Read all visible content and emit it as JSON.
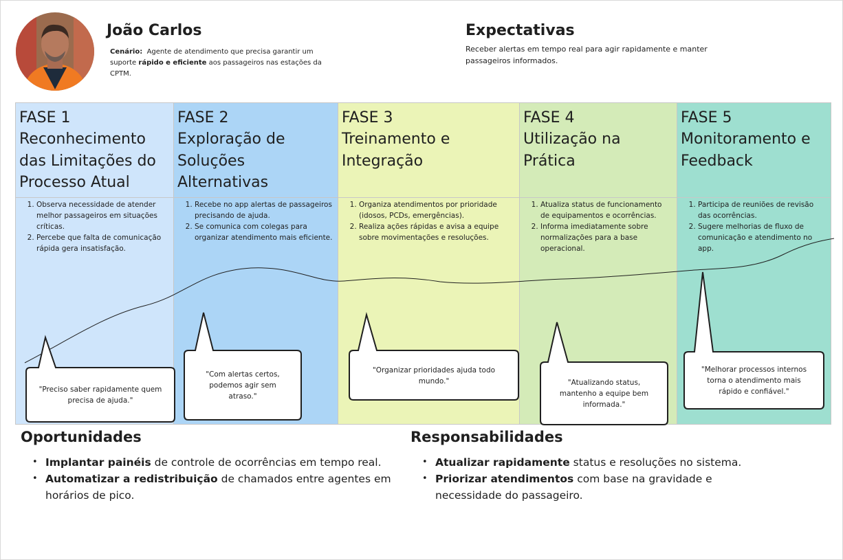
{
  "persona": {
    "name": "João Carlos",
    "scenario_label": "Cenário:",
    "scenario_text_1": "Agente de atendimento que precisa garantir um suporte",
    "scenario_bold": "rápido e eficiente",
    "scenario_text_2": "aos passageiros nas estações da CPTM."
  },
  "expectations": {
    "title": "Expectativas",
    "text": "Receber alertas em tempo real para agir rapidamente e manter passageiros informados."
  },
  "phases": [
    {
      "label": "FASE 1",
      "title": "Reconhecimento das Limitações do Processo Atual",
      "color": "#cfe5fb",
      "steps": [
        "Observa necessidade de atender melhor passageiros em situações críticas.",
        "Percebe que falta de comunicação rápida gera insatisfação."
      ],
      "quote": "\"Preciso saber rapidamente quem precisa de ajuda.\""
    },
    {
      "label": "FASE 2",
      "title": "Exploração de Soluções Alternativas",
      "color": "#acd5f6",
      "steps": [
        "Recebe no app alertas de passageiros precisando de ajuda.",
        "Se comunica com colegas para organizar atendimento mais eficiente."
      ],
      "quote": "\"Com alertas certos, podemos agir sem atraso.\""
    },
    {
      "label": "FASE 3",
      "title": "Treinamento e Integração",
      "color": "#ebf4b7",
      "steps": [
        "Organiza atendimentos por prioridade (idosos, PCDs, emergências).",
        "Realiza ações rápidas e avisa a equipe sobre movimentações e resoluções."
      ],
      "quote": "\"Organizar prioridades ajuda todo mundo.\""
    },
    {
      "label": "FASE 4",
      "title": "Utilização na Prática",
      "color": "#d4ebb8",
      "steps": [
        "Atualiza status de funcionamento de equipamentos e ocorrências.",
        "Informa imediatamente sobre normalizações para a base operacional."
      ],
      "quote": "\"Atualizando status, mantenho a equipe bem informada.\""
    },
    {
      "label": "FASE 5",
      "title": "Monitoramento e Feedback",
      "color": "#9edfd0",
      "steps": [
        "Participa de reuniões de revisão das ocorrências.",
        "Sugere melhorias de fluxo de comunicação e atendimento no app."
      ],
      "quote": "\"Melhorar processos internos torna o atendimento mais rápido e confiável.\""
    }
  ],
  "opportunities": {
    "title": "Oportunidades",
    "items": [
      {
        "bold": "Implantar painéis",
        "rest": " de controle de ocorrências em tempo real."
      },
      {
        "bold": "Automatizar a redistribuição",
        "rest": " de chamados entre agentes em horários de pico."
      }
    ]
  },
  "responsibilities": {
    "title": "Responsabilidades",
    "items": [
      {
        "bold": "Atualizar rapidamente",
        "rest": " status e resoluções no sistema."
      },
      {
        "bold": "Priorizar atendimentos",
        "rest": " com base na gravidade e necessidade do passageiro."
      }
    ]
  }
}
